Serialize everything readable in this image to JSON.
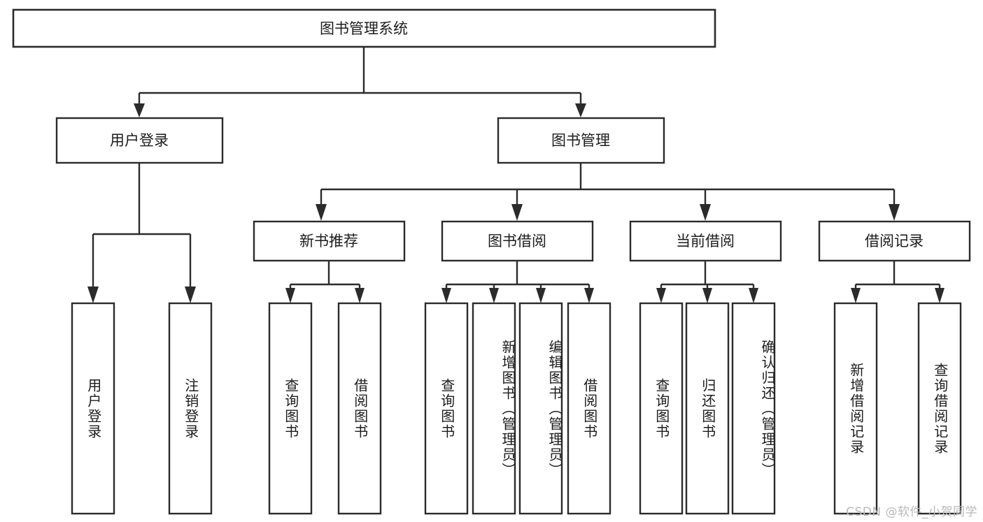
{
  "diagram": {
    "type": "tree-hierarchy-chart",
    "title": "图书管理系统",
    "orientation": "top-down",
    "box_fill": "#ffffff",
    "box_stroke": "#2b2b2b",
    "text_color": "#1c1c1c",
    "background": "#ffffff"
  },
  "root": {
    "label": "图书管理系统"
  },
  "level2": [
    {
      "id": "user-login",
      "label": "用户登录"
    },
    {
      "id": "book-management",
      "label": "图书管理"
    }
  ],
  "level3": [
    {
      "id": "new-book-recommend",
      "label": "新书推荐"
    },
    {
      "id": "book-borrow",
      "label": "图书借阅"
    },
    {
      "id": "current-borrow",
      "label": "当前借阅"
    },
    {
      "id": "borrow-record",
      "label": "借阅记录"
    }
  ],
  "leaves": {
    "user_login": [
      {
        "id": "leaf-user-login",
        "label": "用户登录"
      },
      {
        "id": "leaf-logout-login",
        "label": "注销登录"
      }
    ],
    "new_book_recommend": [
      {
        "id": "leaf-query-book-1",
        "label": "查询图书"
      },
      {
        "id": "leaf-borrow-book-1",
        "label": "借阅图书"
      }
    ],
    "book_borrow": [
      {
        "id": "leaf-query-book-2",
        "label": "查询图书"
      },
      {
        "id": "leaf-add-book",
        "label": "新增图书（管理员）"
      },
      {
        "id": "leaf-edit-book",
        "label": "编辑图书（管理员）"
      },
      {
        "id": "leaf-borrow-book-2",
        "label": "借阅图书"
      }
    ],
    "current_borrow": [
      {
        "id": "leaf-query-book-3",
        "label": "查询图书"
      },
      {
        "id": "leaf-return-book",
        "label": "归还图书"
      },
      {
        "id": "leaf-confirm-return",
        "label": "确认归还（管理员）"
      }
    ],
    "borrow_record": [
      {
        "id": "leaf-add-borrow-record",
        "label": "新增借阅记录"
      },
      {
        "id": "leaf-query-borrow-record",
        "label": "查询借阅记录"
      }
    ]
  },
  "watermark": {
    "text": "CSDN @软件_小贺同学"
  }
}
